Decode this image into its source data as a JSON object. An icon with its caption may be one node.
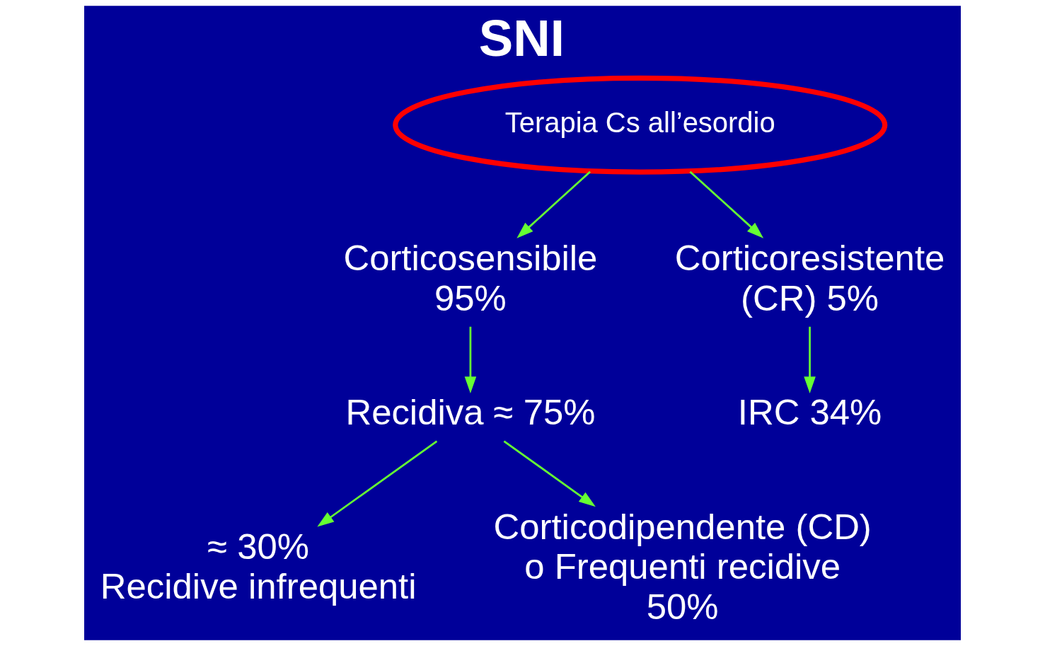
{
  "diagram": {
    "title": "SNI",
    "nodes": [
      {
        "text": [
          "Terapia Cs all’esordio"
        ]
      },
      {
        "text": [
          "Corticosensibile 95%"
        ]
      },
      {
        "text": [
          "Corticoresistente (CR) 5%"
        ]
      },
      {
        "text": [
          "Recidiva ≈ 75%"
        ]
      },
      {
        "text": [
          "≈ 30% Recidive infrequenti"
        ]
      },
      {
        "text": [
          "Corticodipendente (CD) o Frequenti recidive 50%"
        ]
      },
      {
        "text": [
          "IRC 34%"
        ]
      }
    ],
    "edges": [
      {
        "from": 0,
        "to": 1,
        "arrow": "to"
      },
      {
        "from": 0,
        "to": 2,
        "arrow": "to"
      },
      {
        "from": 1,
        "to": 3,
        "arrow": "to"
      },
      {
        "from": 2,
        "to": 6,
        "arrow": "to"
      },
      {
        "from": 3,
        "to": 4,
        "arrow": "to"
      },
      {
        "from": 3,
        "to": 5,
        "arrow": "to"
      }
    ]
  }
}
